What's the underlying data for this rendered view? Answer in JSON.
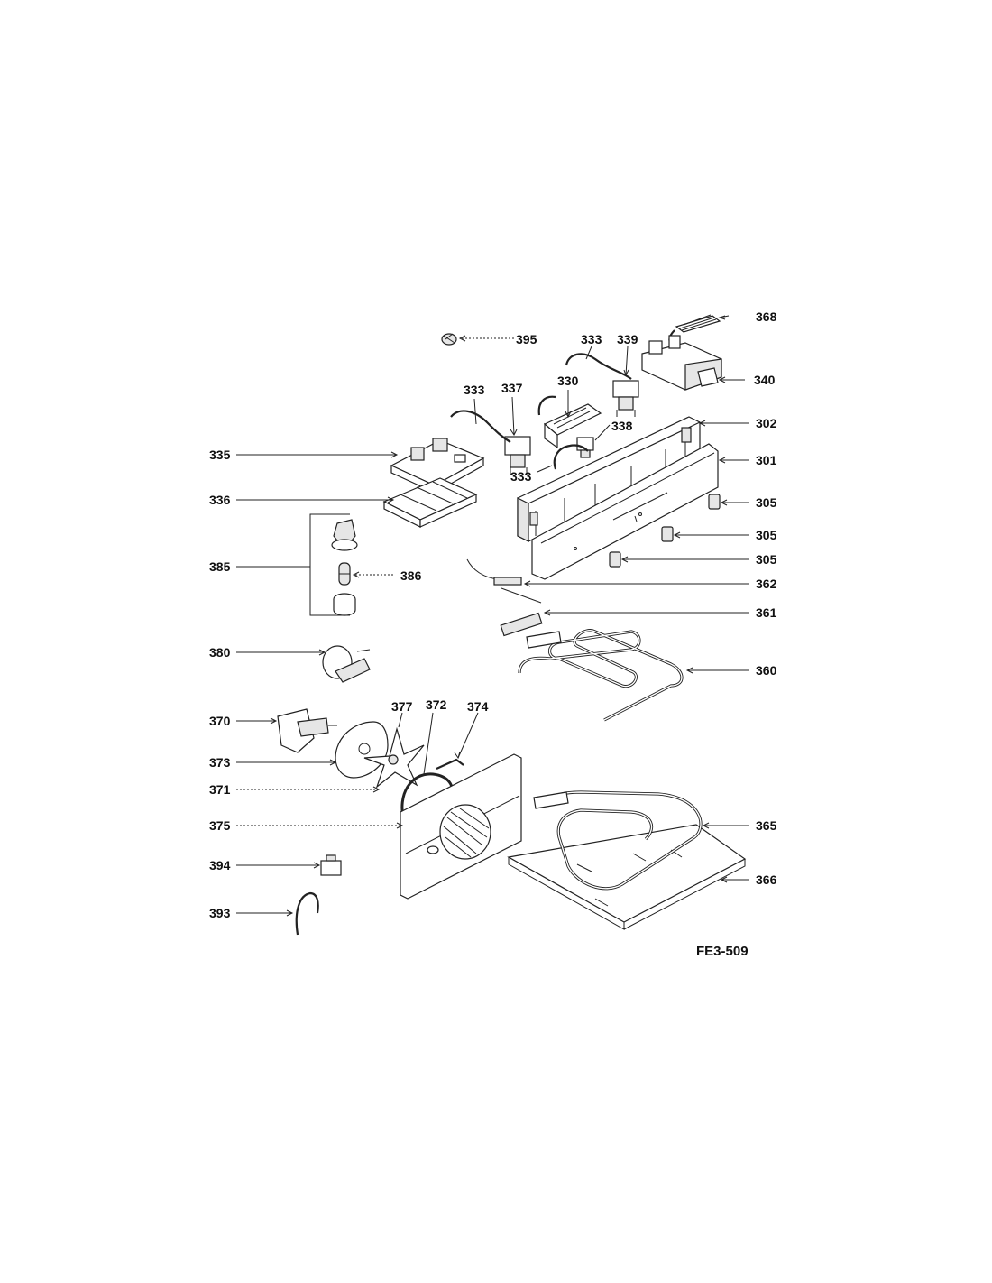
{
  "diagram": {
    "code": "FE3-509",
    "labels": {
      "l301": "301",
      "l302": "302",
      "l305a": "305",
      "l305b": "305",
      "l305c": "305",
      "l330": "330",
      "l333a": "333",
      "l333b": "333",
      "l333c": "333",
      "l335": "335",
      "l336": "336",
      "l337": "337",
      "l338": "338",
      "l339": "339",
      "l340": "340",
      "l360": "360",
      "l361": "361",
      "l362": "362",
      "l365": "365",
      "l366": "366",
      "l368": "368",
      "l370": "370",
      "l371": "371",
      "l372": "372",
      "l373": "373",
      "l374": "374",
      "l375": "375",
      "l377": "377",
      "l380": "380",
      "l385": "385",
      "l386": "386",
      "l393": "393",
      "l394": "394",
      "l395": "395"
    }
  }
}
